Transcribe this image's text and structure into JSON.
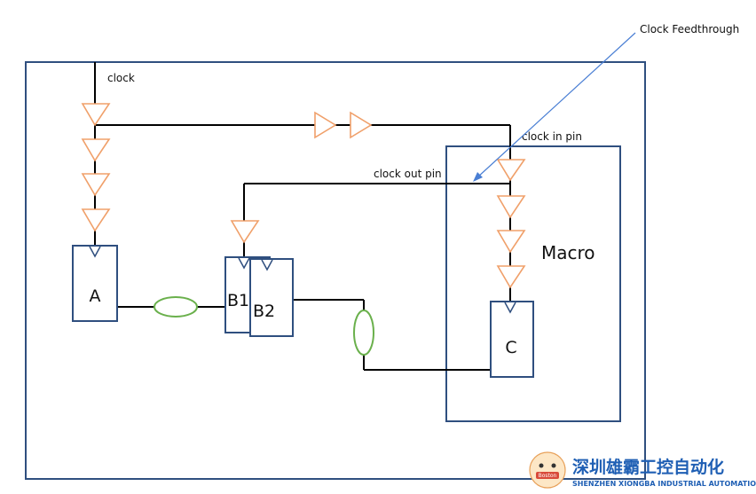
{
  "labels": {
    "clock": "clock",
    "clock_feedthrough": "Clock Feedthrough",
    "clock_in_pin": "clock in pin",
    "clock_out_pin": "clock out pin",
    "macro": "Macro"
  },
  "blocks": {
    "a": "A",
    "b1": "B1",
    "b2": "B2",
    "c": "C"
  },
  "watermark": {
    "company_cn": "深圳雄霸工控自动化",
    "company_en": "SHENZHEN XIONGBA INDUSTRIAL AUTOMATION",
    "logo_text": "Boston"
  },
  "colors": {
    "border_blue": "#2f4f7f",
    "buffer_orange": "#f0a06a",
    "wire": "#000000",
    "logic_green": "#6ab04c",
    "arrow_blue": "#4a7fd4",
    "watermark_blue": "#1f5fb4"
  }
}
